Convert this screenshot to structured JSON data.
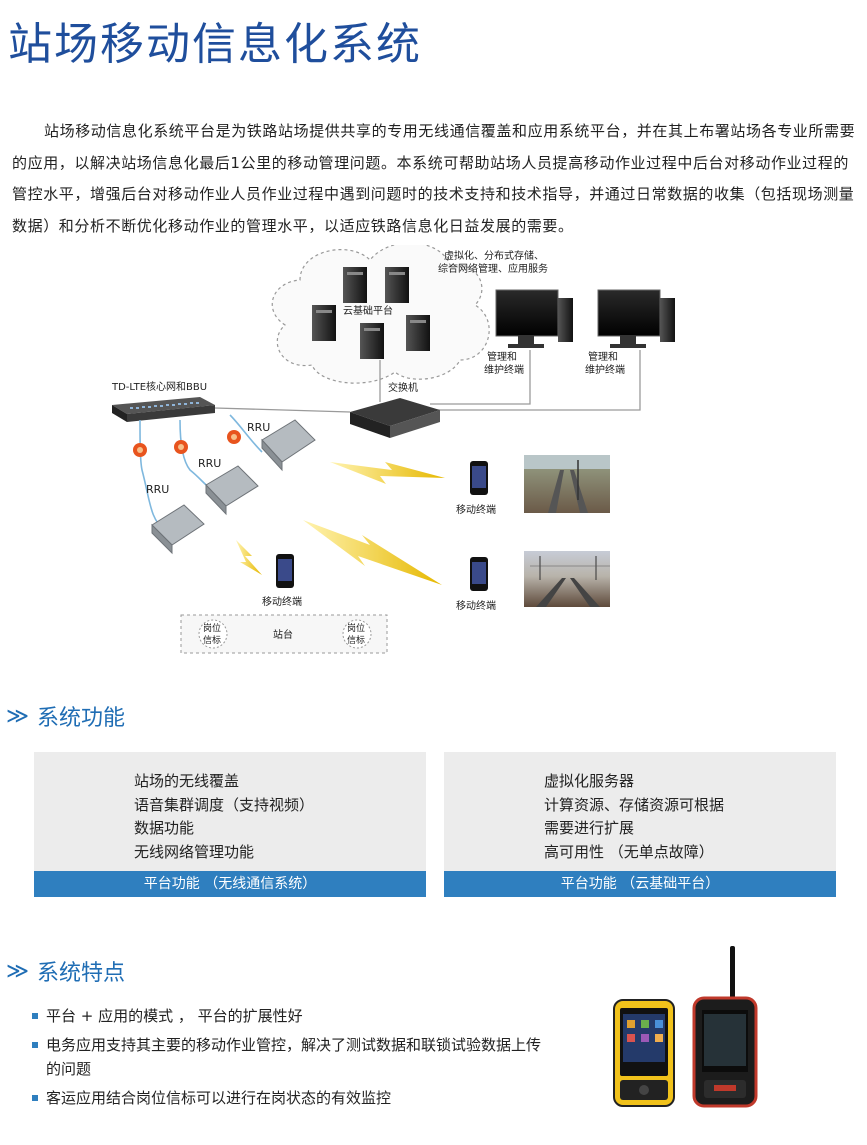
{
  "title": "站场移动信息化系统",
  "intro": "站场移动信息化系统平台是为铁路站场提供共享的专用无线通信覆盖和应用系统平台，并在其上布署站场各专业所需要的应用，以解决站场信息化最后1公里的移动管理问题。本系统可帮助站场人员提高移动作业过程中后台对移动作业过程的管控水平，增强后台对移动作业人员作业过程中遇到问题时的技术支持和技术指导，并通过日常数据的收集（包括现场测量数据）和分析不断优化移动作业的管理水平，以适应铁路信息化日益发展的需要。",
  "diagram": {
    "cloud_services_line1": "虚拟化、分布式存储、",
    "cloud_services_line2": "综合网络管理、应用服务",
    "cloud_platform": "云基础平台",
    "terminal1_line1": "管理和",
    "terminal1_line2": "维护终端",
    "terminal2_line1": "管理和",
    "terminal2_line2": "维护终端",
    "core_network": "TD-LTE核心网和BBU",
    "switch": "交换机",
    "rru1": "RRU",
    "rru2": "RRU",
    "rru3": "RRU",
    "mobile1": "移动终端",
    "mobile2": "移动终端",
    "mobile3": "移动终端",
    "beacon_left_line1": "岗位",
    "beacon_left_line2": "信标",
    "platform": "站台",
    "beacon_right_line1": "岗位",
    "beacon_right_line2": "信标"
  },
  "section_functions": {
    "chevron": "≫",
    "title": "系统功能"
  },
  "card_left": {
    "items": [
      "站场的无线覆盖",
      "语音集群调度（支持视频）",
      "数据功能",
      "无线网络管理功能"
    ],
    "caption": "平台功能 （无线通信系统）"
  },
  "card_right": {
    "items": [
      "虚拟化服务器",
      "计算资源、存储资源可根据",
      "需要进行扩展",
      "高可用性 （无单点故障）"
    ],
    "caption": "平台功能 （云基础平台）"
  },
  "section_features": {
    "chevron": "≫",
    "title": "系统特点"
  },
  "features": [
    "平台 + 应用的模式 ， 平台的扩展性好",
    "电务应用支持其主要的移动作业管控，解决了测试数据和联锁试验数据上传的问题",
    "客运应用结合岗位信标可以进行在岗状态的有效监控"
  ],
  "colors": {
    "title": "#1f4e9c",
    "accent": "#2f7fbf",
    "card_bg": "#ececec"
  }
}
